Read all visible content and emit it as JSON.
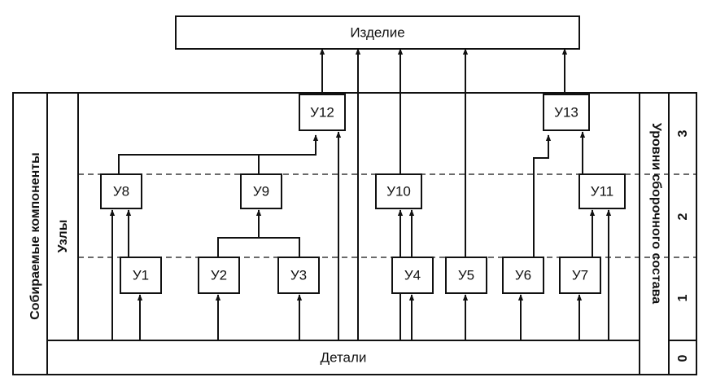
{
  "product": "Изделие",
  "details": "Детали",
  "side_components": "Собираемые компоненты",
  "side_nodes": "Узлы",
  "side_levels": "Уровни сборочного состава",
  "levels": [
    "0",
    "1",
    "2",
    "3"
  ],
  "nodes": {
    "u1": "У1",
    "u2": "У2",
    "u3": "У3",
    "u4": "У4",
    "u5": "У5",
    "u6": "У6",
    "u7": "У7",
    "u8": "У8",
    "u9": "У9",
    "u10": "У10",
    "u11": "У11",
    "u12": "У12",
    "u13": "У13"
  }
}
